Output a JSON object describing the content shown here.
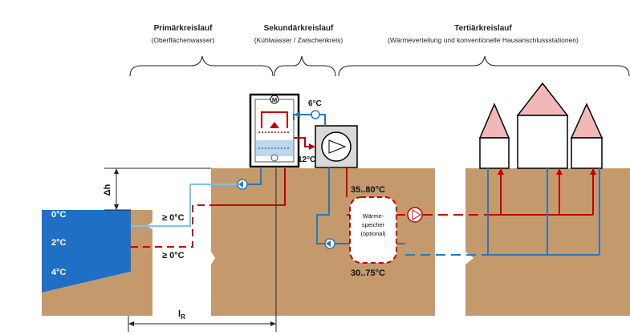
{
  "circuits": {
    "primary": {
      "title": "Primärkreislauf",
      "subtitle": "(Oberflächenwasser)"
    },
    "secondary": {
      "title": "Sekundärkreislauf",
      "subtitle": "(Kühlwasser / Zwischenkreis)"
    },
    "tertiary": {
      "title": "Tertiärkreislauf",
      "subtitle": "(Wärmeverteilung und konventionelle Hausanschlussstationen)"
    }
  },
  "lake": {
    "depth_labels": [
      "0°C",
      "2°C",
      "4°C"
    ],
    "intake_upper": "≥ 0°C",
    "intake_lower": "≥ 0°C"
  },
  "heat_pump": {
    "motor_symbol": "M",
    "outlet_temp": "6°C",
    "inlet_temp": "12°C"
  },
  "storage": {
    "label_line1": "Wärme-",
    "label_line2": "speicher",
    "label_line3": "(optional)",
    "supply_temp": "35..80°C",
    "return_temp": "30..75°C"
  },
  "dimensions": {
    "height_label": "Δh",
    "length_label": "l",
    "length_subscript": "R"
  },
  "colors": {
    "ground": "#C49A6C",
    "water": "#1F6FC5",
    "hot": "#C00000",
    "cold": "#2E75B6",
    "house": "#F2B8B8"
  }
}
